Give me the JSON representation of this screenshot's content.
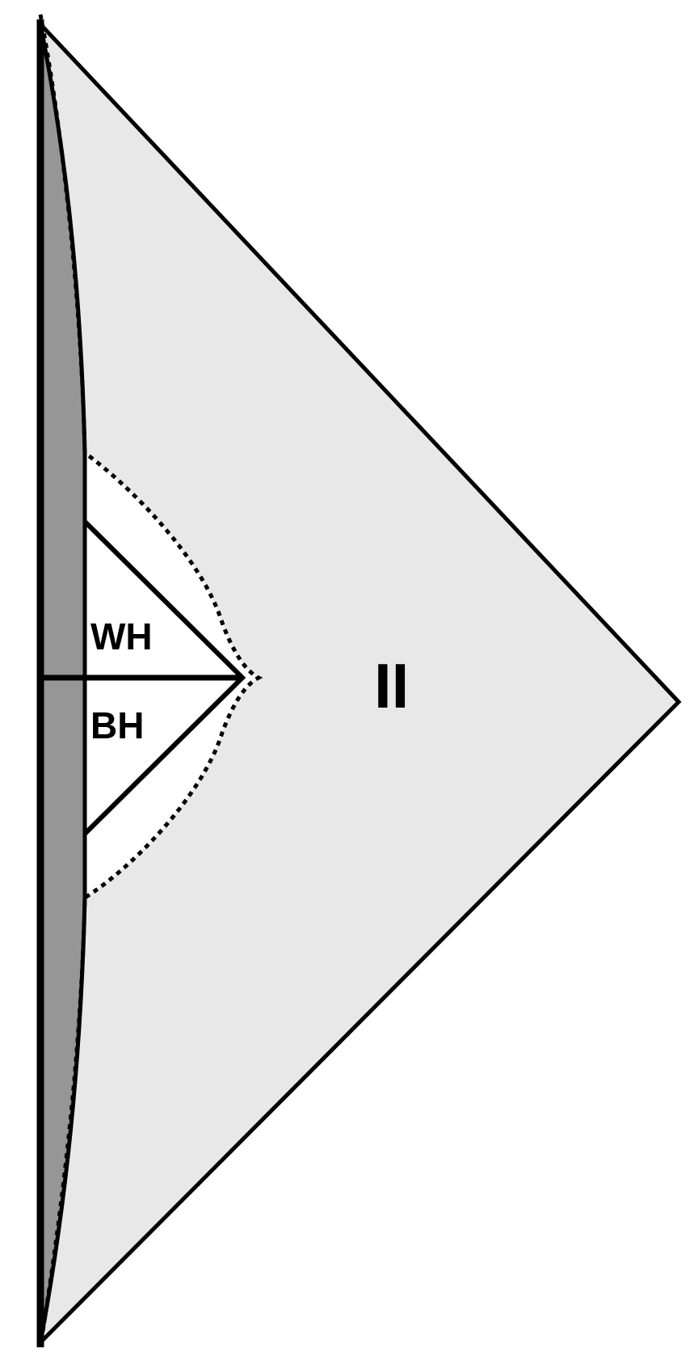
{
  "labels": {
    "white_hole": "WH",
    "black_hole": "BH",
    "region_two": "II"
  },
  "colors": {
    "region_fill": "#e8e8e8",
    "boundary_strip_fill": "#969696",
    "inner_region_fill": "#ffffff",
    "stroke": "#000000"
  }
}
